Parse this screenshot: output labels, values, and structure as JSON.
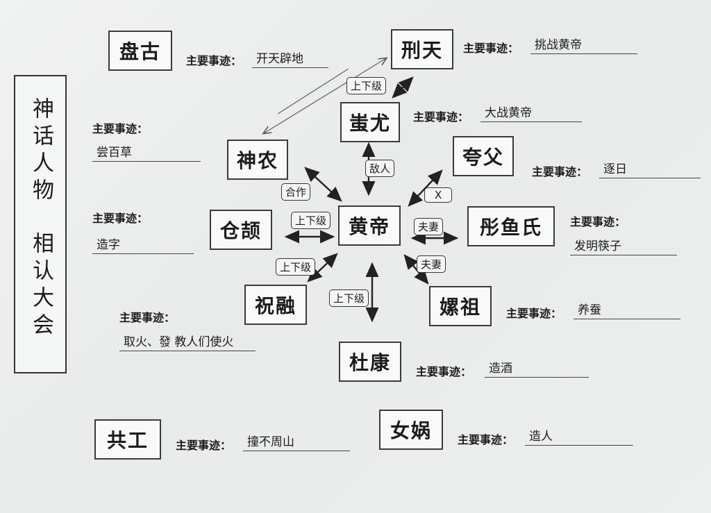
{
  "title": {
    "col1": "神话人物",
    "col2": "相认大会"
  },
  "fact_label": "主要事迹：",
  "characters": {
    "pangu": {
      "name": "盘古",
      "fact": "开天辟地"
    },
    "xingtian": {
      "name": "刑天",
      "fact": "挑战黄帝"
    },
    "chiyou": {
      "name": "蚩尤",
      "fact": "大战黄帝"
    },
    "shennong": {
      "name": "神农",
      "fact": "尝百草"
    },
    "kuafu": {
      "name": "夸父",
      "fact": "逐日"
    },
    "huangdi": {
      "name": "黄帝",
      "fact": ""
    },
    "cangjie": {
      "name": "仓颉",
      "fact": "造字"
    },
    "tongyushi": {
      "name": "彤鱼氏",
      "fact": "发明筷子"
    },
    "zhurong": {
      "name": "祝融",
      "fact": "取火、發 教人们使火"
    },
    "leizu": {
      "name": "嫘祖",
      "fact": "养蚕"
    },
    "dukang": {
      "name": "杜康",
      "fact": "造酒"
    },
    "gonggong": {
      "name": "共工",
      "fact": "撞不周山"
    },
    "nvwa": {
      "name": "女娲",
      "fact": "造人"
    }
  },
  "relations": {
    "shangxiaji": "上下级",
    "diren": "敌人",
    "hezuo": "合作",
    "cross": "X",
    "fuqi": "夫妻"
  }
}
